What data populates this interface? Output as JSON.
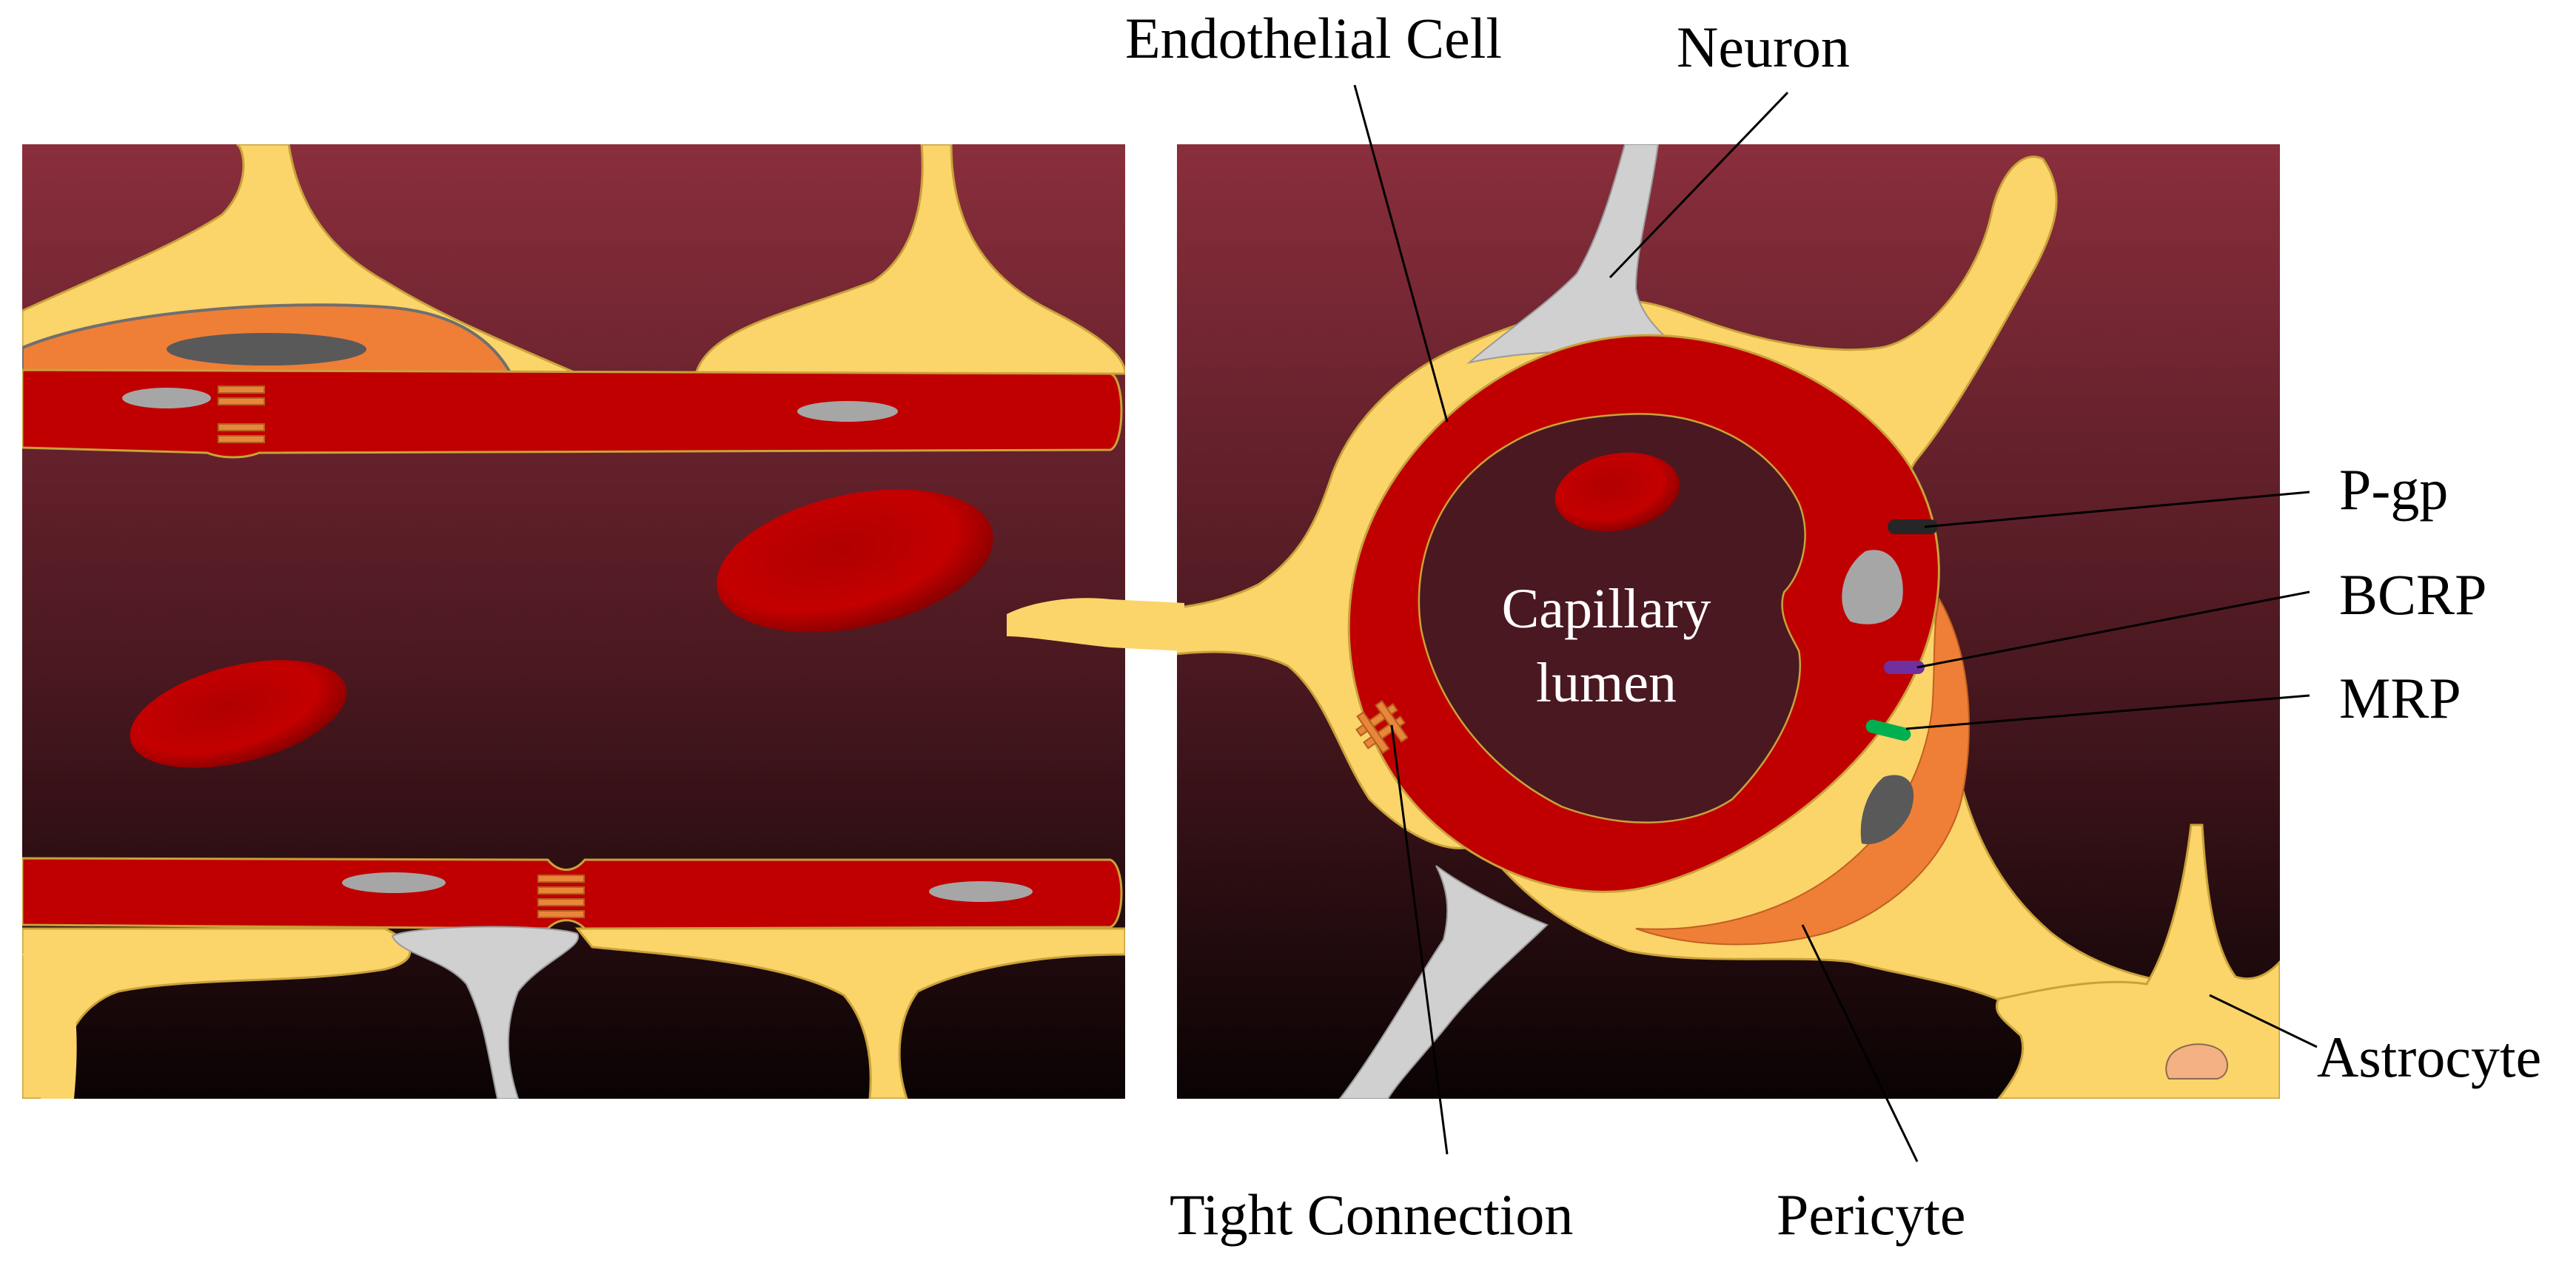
{
  "labels": {
    "endothelial_cell": "Endothelial Cell",
    "neuron": "Neuron",
    "pgp": "P-gp",
    "bcrp": "BCRP",
    "mrp": "MRP",
    "astrocyte": "Astrocyte",
    "pericyte": "Pericyte",
    "tight_connection": "Tight Connection",
    "capillary_lumen_line1": "Capillary",
    "capillary_lumen_line2": "lumen"
  },
  "colors": {
    "background_top": "#8a2e3c",
    "background_bottom": "#0a0303",
    "astrocyte": "#fbd46a",
    "endothelium": "#c00000",
    "red_blood_cell": "#c00000",
    "pericyte": "#ef7f36",
    "neuron": "#d0d0d0",
    "nucleus": "#a6a6a6",
    "dark_nucleus": "#595959",
    "tight_junction": "#e8873a",
    "pgp": "#262626",
    "bcrp": "#7030a0",
    "mrp": "#00b050",
    "astrocyte_nucleus": "#f4b183"
  }
}
